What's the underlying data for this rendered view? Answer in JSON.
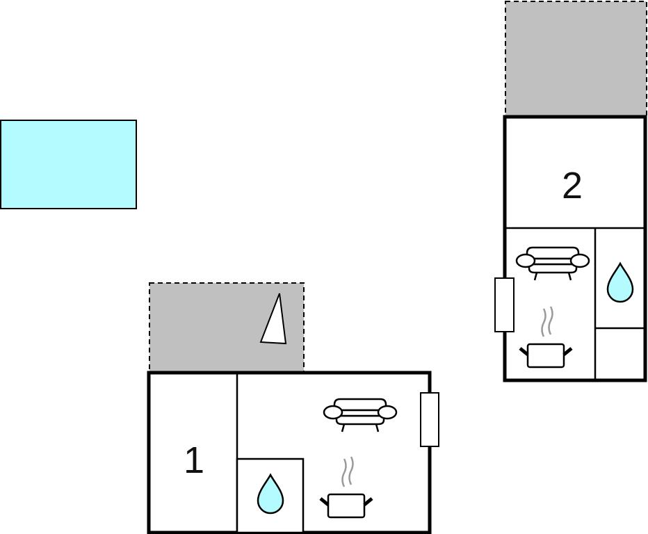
{
  "units": [
    {
      "label": "1"
    },
    {
      "label": "2"
    }
  ],
  "colors": {
    "water": "#b3fbff",
    "terrace": "#c0c0c0",
    "wall": "#000000",
    "steam": "#999999"
  },
  "icons": [
    "pool",
    "terrace",
    "north-arrow-icon",
    "sofa-icon",
    "pot-icon",
    "water-drop-icon",
    "window-icon"
  ]
}
